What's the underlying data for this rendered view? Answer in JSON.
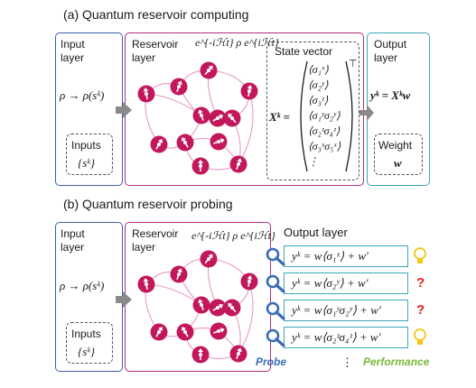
{
  "panel_a": {
    "title": "(a) Quantum reservoir computing",
    "input_label": "Input layer",
    "input_map": "ρ → ρ(sᵏ)",
    "inputs_label": "Inputs",
    "inputs_set": "{sᵏ}",
    "reservoir_label": "Reservoir layer",
    "reservoir_evolution": "e^{-iℋt} ρ e^{iℋt}",
    "state_vector_label": "State vector",
    "state_vector_lhs": "Xᵏ =",
    "state_vector_entries": [
      "⟨σ₁ˣ⟩",
      "⟨σ₂ʸ⟩",
      "⟨σ₃ᶻ⟩",
      "⟨σ₁ʸσ₂ʸ⟩",
      "⟨σ₂ᶻσ₄ᶻ⟩",
      "⟨σ₃ˣσ₅ˣ⟩",
      "⋮"
    ],
    "transpose": "⊤",
    "output_label": "Output layer",
    "output_eq": "yᵏ = Xᵏw",
    "weight_label": "Weight",
    "weight_symbol": "w"
  },
  "panel_b": {
    "title": "(b) Quantum reservoir probing",
    "input_label": "Input layer",
    "input_map": "ρ → ρ(sᵏ)",
    "inputs_label": "Inputs",
    "inputs_set": "{sᵏ}",
    "reservoir_label": "Reservoir layer",
    "reservoir_evolution": "e^{-iℋt} ρ e^{iℋt}",
    "output_label": "Output layer",
    "rows": [
      {
        "eq": "yᵏ = w⟨σ₁ˣ⟩ + w′",
        "result": "bulb"
      },
      {
        "eq": "yᵏ = w⟨σ₂ʸ⟩ + w′",
        "result": "?"
      },
      {
        "eq": "yᵏ = w⟨σ₁ʸσ₂ʸ⟩ + w′",
        "result": "?"
      },
      {
        "eq": "yᵏ = w⟨σ₂ᶻσ₄ᶻ⟩ + w′",
        "result": "bulb"
      }
    ],
    "more": "⋮",
    "probe_label": "Probe",
    "performance_label": "Performance"
  },
  "colors": {
    "input_box": "#3f5fa8",
    "reservoir_box": "#b0307a",
    "output_box": "#3aa6b9",
    "spin": "#c2185b",
    "links": "#e79ac4",
    "arrow": "#8a8a8a",
    "probe": "#3a6db5",
    "bulb": "#f5c518",
    "question": "#e0201b",
    "performance": "#7ab83a"
  }
}
